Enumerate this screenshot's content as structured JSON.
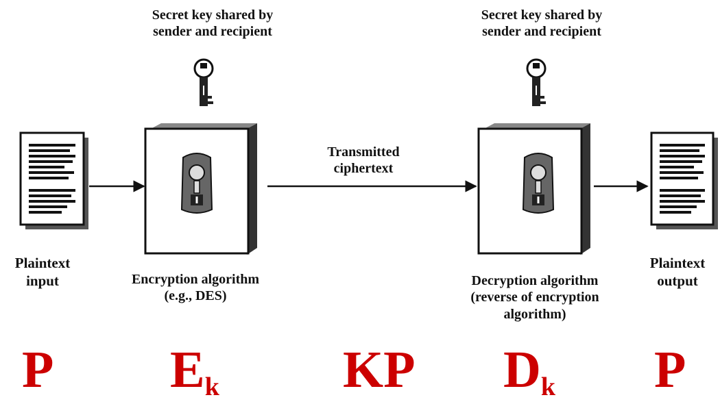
{
  "keys": {
    "left": {
      "line1": "Secret key shared by",
      "line2": "sender and recipient"
    },
    "right": {
      "line1": "Secret key shared by",
      "line2": "sender and recipient"
    }
  },
  "plaintext_input": {
    "line1": "Plaintext",
    "line2": "input"
  },
  "encryption": {
    "line1": "Encryption algorithm",
    "line2": "(e.g., DES)"
  },
  "transmitted": {
    "line1": "Transmitted",
    "line2": "ciphertext"
  },
  "decryption": {
    "line1": "Decryption algorithm",
    "line2": "(reverse of encryption",
    "line3": "algorithm)"
  },
  "plaintext_output": {
    "line1": "Plaintext",
    "line2": "output"
  },
  "symbols": {
    "p_in": "P",
    "e_base": "E",
    "e_sub": "k",
    "kp": "KP",
    "d_base": "D",
    "d_sub": "k",
    "p_out": "P"
  },
  "colors": {
    "symbol": "#cc0000",
    "ink": "#111111"
  }
}
